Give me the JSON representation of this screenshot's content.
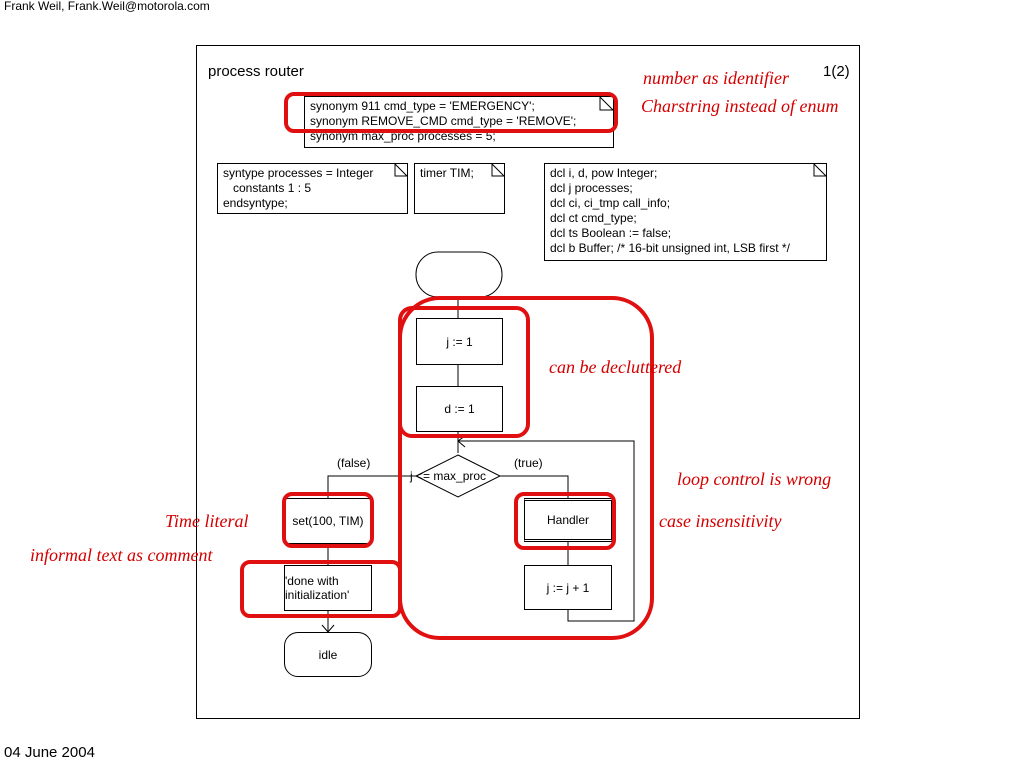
{
  "header": {
    "author": "Frank Weil, Frank.Weil@motorola.com"
  },
  "footer": {
    "date": "04 June 2004"
  },
  "diagram": {
    "title": "process router",
    "page": "1(2)",
    "synonym_note": "synonym 911 cmd_type = 'EMERGENCY';\nsynonym REMOVE_CMD cmd_type = 'REMOVE';\nsynonym max_proc processes = 5;",
    "syntype_note": "syntype processes = Integer\n   constants 1 : 5\nendsyntype;",
    "timer_note": "timer TIM;",
    "dcl_note": "dcl i, d, pow Integer;\ndcl j processes;\ndcl ci, ci_tmp call_info;\ndcl ct cmd_type;\ndcl ts Boolean := false;\ndcl b Buffer; /* 16-bit unsigned int, LSB first */",
    "task_j1": "j := 1",
    "task_d1": "d := 1",
    "decision": "j <= max_proc",
    "false_label": "(false)",
    "true_label": "(true)",
    "set_timer": "set(100, TIM)",
    "comment_task": "'done with initialization'",
    "handler": "Handler",
    "task_incr": "j := j + 1",
    "state_idle": "idle"
  },
  "annotations": {
    "number_as_identifier": "number as identifier",
    "charstring_enum": "Charstring instead of enum",
    "decluttered": "can be decluttered",
    "loop_control": "loop control is wrong",
    "case_insensitivity": "case insensitivity",
    "time_literal": "Time literal",
    "informal_text": "informal text as comment"
  },
  "colors": {
    "annotation": "#d40000",
    "highlight": "#e01010"
  }
}
